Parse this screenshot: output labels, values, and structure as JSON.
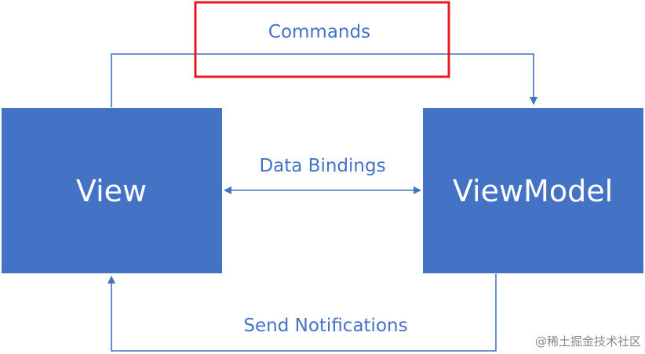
{
  "colors": {
    "box_fill": "#4472c4",
    "arrow": "#4472c4",
    "highlight": "#e41a1c",
    "box_text": "#ffffff"
  },
  "nodes": {
    "view": {
      "label": "View"
    },
    "viewmodel": {
      "label": "ViewModel"
    }
  },
  "edges": {
    "commands": {
      "label": "Commands"
    },
    "data_bindings": {
      "label": "Data Bindings"
    },
    "send_notifications": {
      "label": "Send Notifications"
    }
  },
  "watermark": "@稀土掘金技术社区"
}
